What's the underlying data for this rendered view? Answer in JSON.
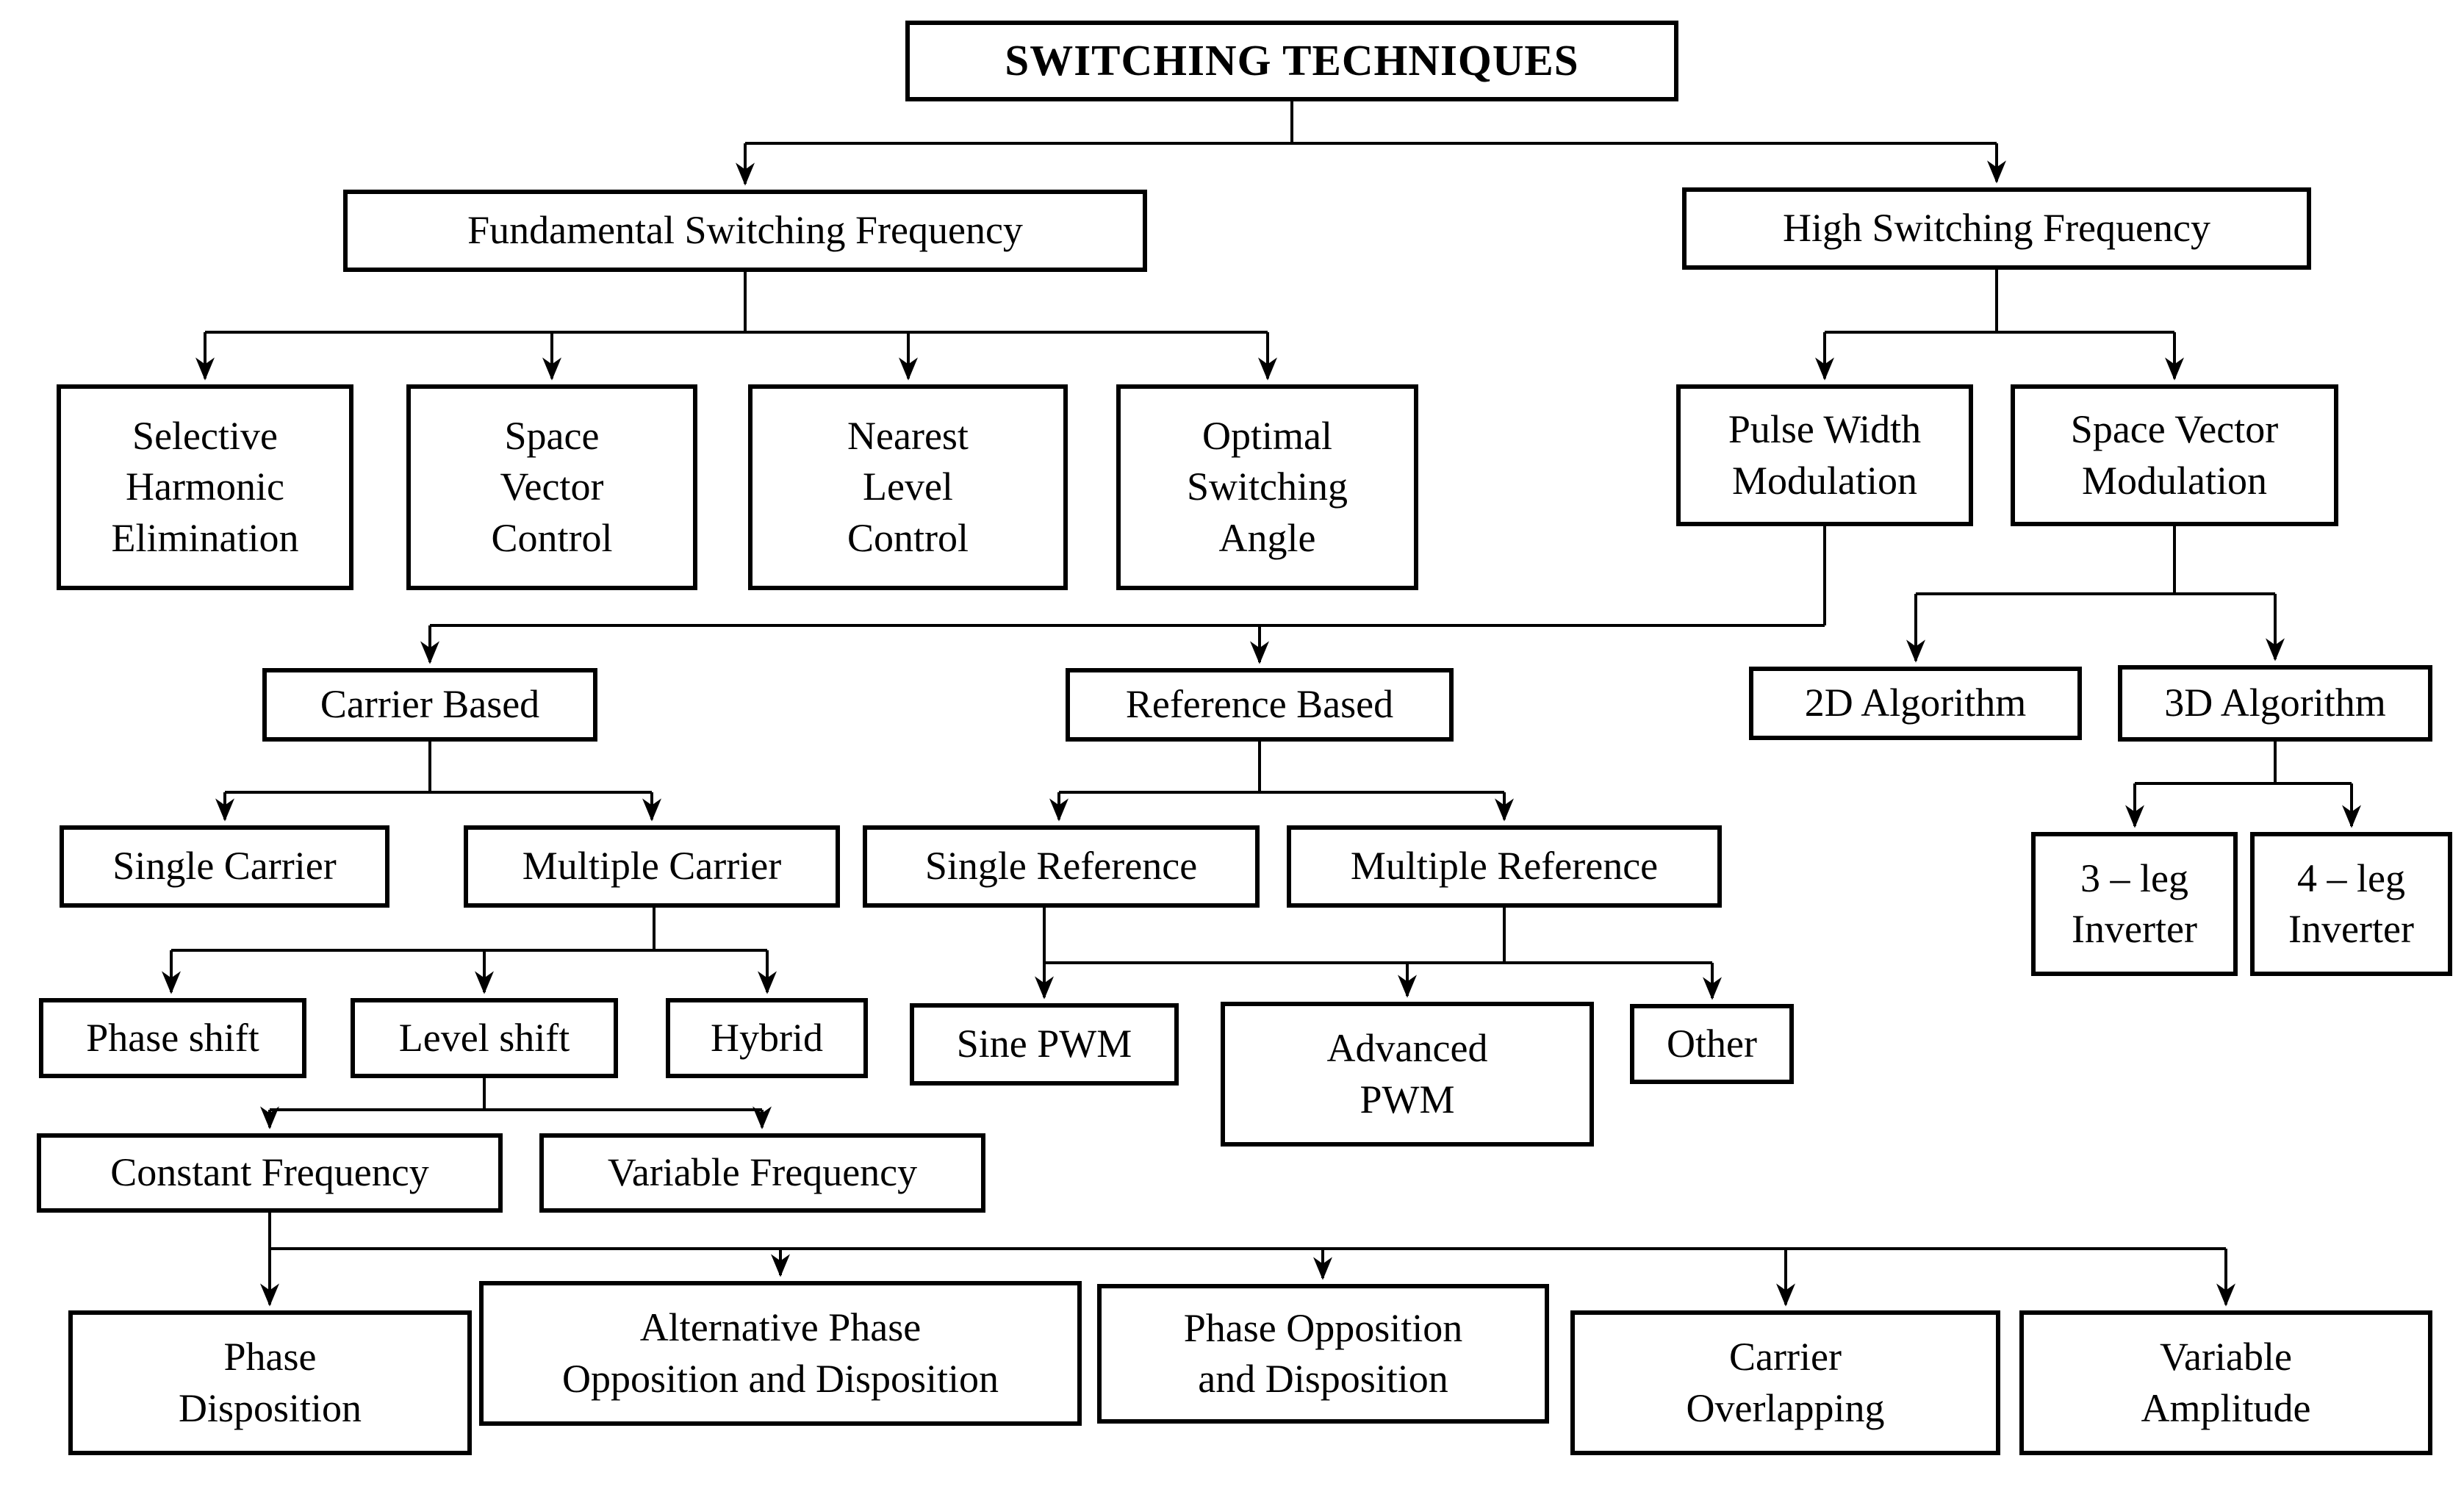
{
  "figure": {
    "title": "SWITCHING TECHNIQUES",
    "type": "hierarchy-flowchart"
  },
  "colors": {
    "background": "#ffffff",
    "line": "#000000",
    "box_border": "#000000",
    "text": "#000000"
  },
  "nodes": {
    "title": {
      "lines": [
        "SWITCHING TECHNIQUES"
      ]
    },
    "fundamental": {
      "lines": [
        "Fundamental Switching Frequency"
      ]
    },
    "high": {
      "lines": [
        "High Switching Frequency"
      ]
    },
    "she": {
      "lines": [
        "Selective",
        "Harmonic",
        "Elimination"
      ]
    },
    "svc": {
      "lines": [
        "Space",
        "Vector",
        "Control"
      ]
    },
    "nlc": {
      "lines": [
        "Nearest",
        "Level",
        "Control"
      ]
    },
    "osa": {
      "lines": [
        "Optimal",
        "Switching",
        "Angle"
      ]
    },
    "pwm": {
      "lines": [
        "Pulse Width",
        "Modulation"
      ]
    },
    "svm": {
      "lines": [
        "Space Vector",
        "Modulation"
      ]
    },
    "carrier_based": {
      "lines": [
        "Carrier Based"
      ]
    },
    "reference_based": {
      "lines": [
        "Reference Based"
      ]
    },
    "algo_2d": {
      "lines": [
        "2D Algorithm"
      ]
    },
    "algo_3d": {
      "lines": [
        "3D Algorithm"
      ]
    },
    "single_carrier": {
      "lines": [
        "Single Carrier"
      ]
    },
    "multiple_carrier": {
      "lines": [
        "Multiple Carrier"
      ]
    },
    "single_reference": {
      "lines": [
        "Single Reference"
      ]
    },
    "multiple_reference": {
      "lines": [
        "Multiple Reference"
      ]
    },
    "inverter_3leg": {
      "lines": [
        "3 – leg",
        "Inverter"
      ]
    },
    "inverter_4leg": {
      "lines": [
        "4 – leg",
        "Inverter"
      ]
    },
    "phase_shift": {
      "lines": [
        "Phase shift"
      ]
    },
    "level_shift": {
      "lines": [
        "Level shift"
      ]
    },
    "hybrid": {
      "lines": [
        "Hybrid"
      ]
    },
    "sine_pwm": {
      "lines": [
        "Sine PWM"
      ]
    },
    "advanced_pwm": {
      "lines": [
        "Advanced",
        "PWM"
      ]
    },
    "other": {
      "lines": [
        "Other"
      ]
    },
    "constant_frequency": {
      "lines": [
        "Constant Frequency"
      ]
    },
    "variable_frequency": {
      "lines": [
        "Variable Frequency"
      ]
    },
    "phase_disposition": {
      "lines": [
        "Phase",
        "Disposition"
      ]
    },
    "apod": {
      "lines": [
        "Alternative Phase",
        "Opposition and Disposition"
      ]
    },
    "pod": {
      "lines": [
        "Phase Opposition",
        "and Disposition"
      ]
    },
    "carrier_overlapping": {
      "lines": [
        "Carrier",
        "Overlapping"
      ]
    },
    "variable_amplitude": {
      "lines": [
        "Variable",
        "Amplitude"
      ]
    }
  },
  "edges": [
    [
      "title",
      "fundamental"
    ],
    [
      "title",
      "high"
    ],
    [
      "fundamental",
      "she"
    ],
    [
      "fundamental",
      "svc"
    ],
    [
      "fundamental",
      "nlc"
    ],
    [
      "fundamental",
      "osa"
    ],
    [
      "high",
      "pwm"
    ],
    [
      "high",
      "svm"
    ],
    [
      "pwm",
      "carrier_based"
    ],
    [
      "pwm",
      "reference_based"
    ],
    [
      "svm",
      "algo_2d"
    ],
    [
      "svm",
      "algo_3d"
    ],
    [
      "carrier_based",
      "single_carrier"
    ],
    [
      "carrier_based",
      "multiple_carrier"
    ],
    [
      "reference_based",
      "single_reference"
    ],
    [
      "reference_based",
      "multiple_reference"
    ],
    [
      "algo_3d",
      "inverter_3leg"
    ],
    [
      "algo_3d",
      "inverter_4leg"
    ],
    [
      "multiple_carrier",
      "phase_shift"
    ],
    [
      "multiple_carrier",
      "level_shift"
    ],
    [
      "multiple_carrier",
      "hybrid"
    ],
    [
      "single_reference",
      "sine_pwm"
    ],
    [
      "multiple_reference",
      "advanced_pwm"
    ],
    [
      "multiple_reference",
      "other"
    ],
    [
      "level_shift",
      "constant_frequency"
    ],
    [
      "level_shift",
      "variable_frequency"
    ],
    [
      "constant_frequency",
      "phase_disposition"
    ],
    [
      "constant_frequency",
      "apod"
    ],
    [
      "constant_frequency",
      "pod"
    ],
    [
      "constant_frequency",
      "carrier_overlapping"
    ],
    [
      "constant_frequency",
      "variable_amplitude"
    ]
  ]
}
